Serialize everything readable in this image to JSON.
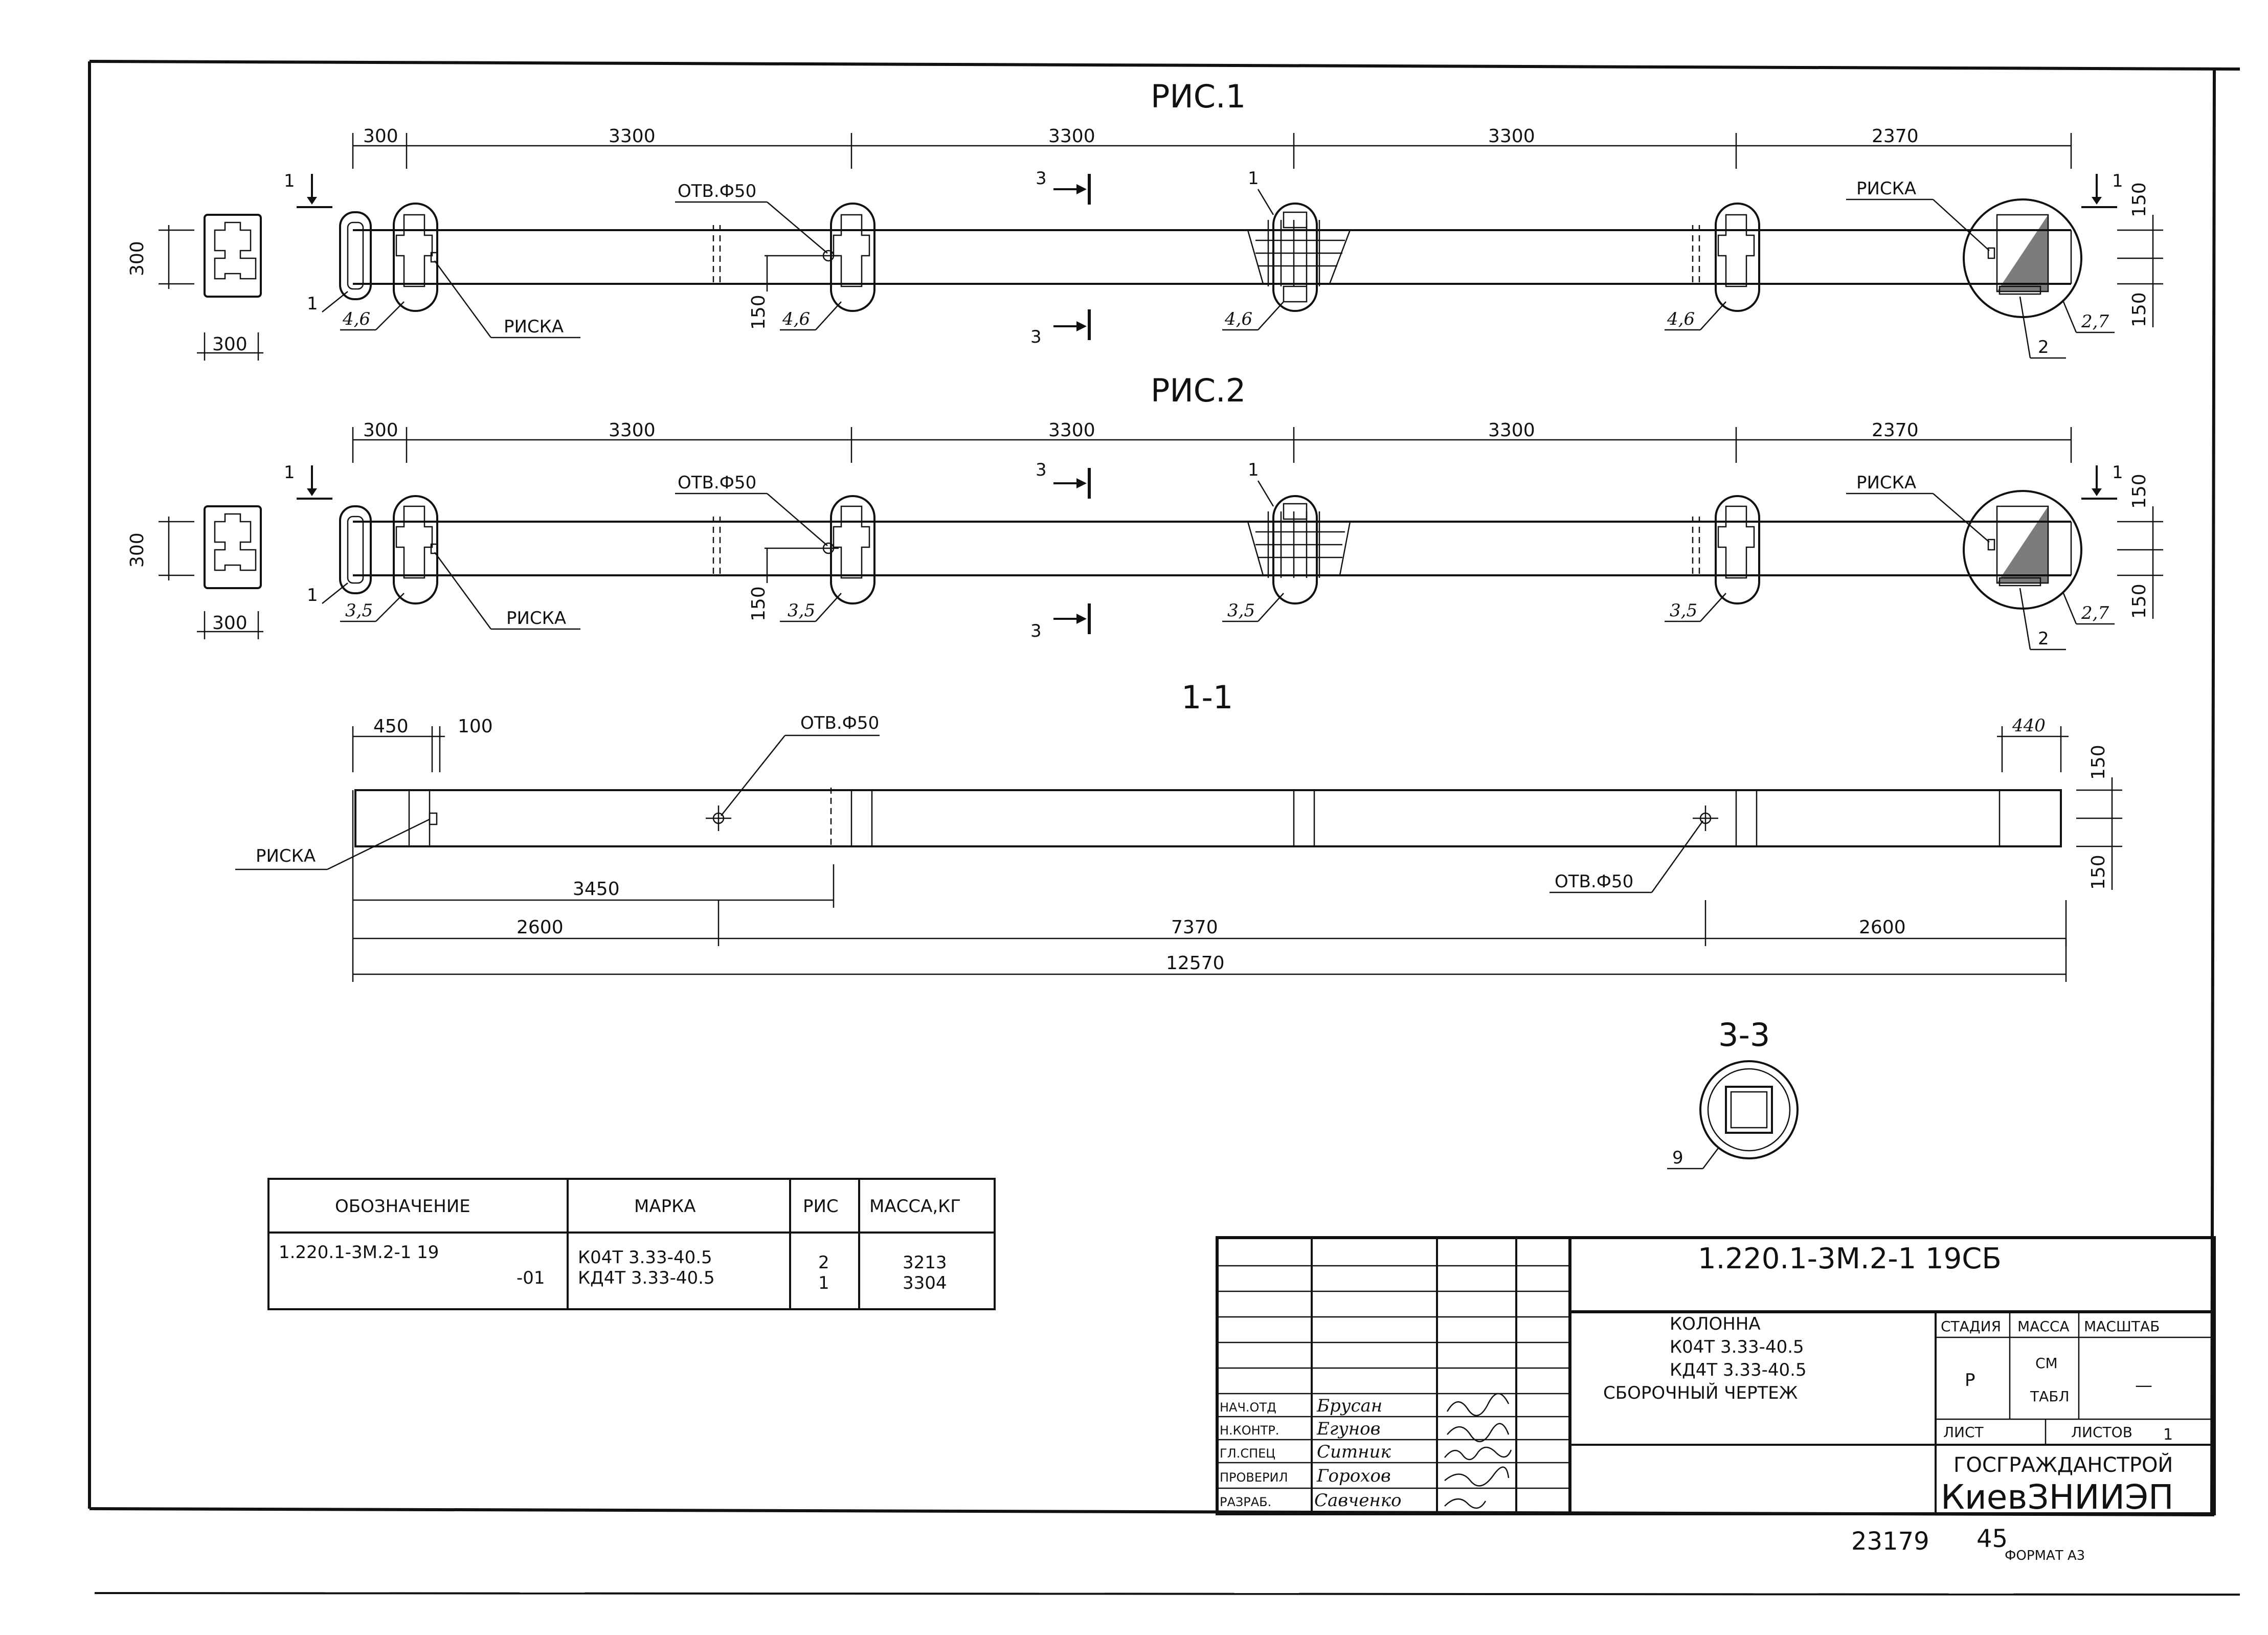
{
  "figures": {
    "fig1_title": "РИС.1",
    "fig2_title": "РИС.2",
    "section_1_1_title": "1-1",
    "section_3_3_title": "3-3",
    "cut_mark_1": "1",
    "cut_mark_3": "3",
    "dim_300": "300",
    "dim_3300": "3300",
    "dim_2370": "2370",
    "dim_150": "150",
    "dim_450": "450",
    "dim_100": "100",
    "dim_440": "440",
    "dim_3450": "3450",
    "dim_2600": "2600",
    "dim_7370": "7370",
    "dim_12570": "12570",
    "hole_label": "ОТВ.Ф50",
    "risk_label": "РИСКА",
    "callout_1": "1",
    "callout_2": "2",
    "callout_27": "2,7",
    "callout_46": "4,6",
    "callout_35": "3,5",
    "callout_9": "9"
  },
  "spec_table": {
    "headers": [
      "ОБОЗНАЧЕНИЕ",
      "МАРКА",
      "РИС",
      "МАССА,КГ"
    ],
    "designation_1": "1.220.1-3М.2-1 19",
    "designation_2": "-01",
    "mark_1": "К04Т 3.33-40.5",
    "mark_2": "КД4Т 3.33-40.5",
    "fig_1": "2",
    "fig_2": "1",
    "mass_1": "3213",
    "mass_2": "3304"
  },
  "title_block": {
    "doc_code": "1.220.1-3М.2-1 19СБ",
    "name_1": "КОЛОННА",
    "name_2": "К04Т 3.33-40.5",
    "name_3": "КД4Т 3.33-40.5",
    "name_4": "СБОРОЧНЫЙ ЧЕРТЕЖ",
    "stage_label": "СТАДИЯ",
    "mass_label": "МАССА",
    "scale_label": "МАСШТАБ",
    "stage_value": "Р",
    "mass_value_1": "СМ",
    "mass_value_2": "ТАБЛ",
    "scale_value": "—",
    "sheet_label": "ЛИСТ",
    "sheets_label": "ЛИСТОВ",
    "sheets_value": "1",
    "org_1": "ГОСГРАЖДАНСТРОЙ",
    "org_2": "КиевЗНИИЭП",
    "roles": [
      "НАЧ.ОТД",
      "Н.КОНТР.",
      "ГЛ.СПЕЦ",
      "ПРОВЕРИЛ",
      "РАЗРАБ."
    ],
    "names": [
      "Брусан",
      "Егунов",
      "Ситник",
      "Горохов",
      "Савченко"
    ],
    "inventory": "23179",
    "inventory_sheet": "45",
    "format": "ФОРМАТ А3"
  }
}
